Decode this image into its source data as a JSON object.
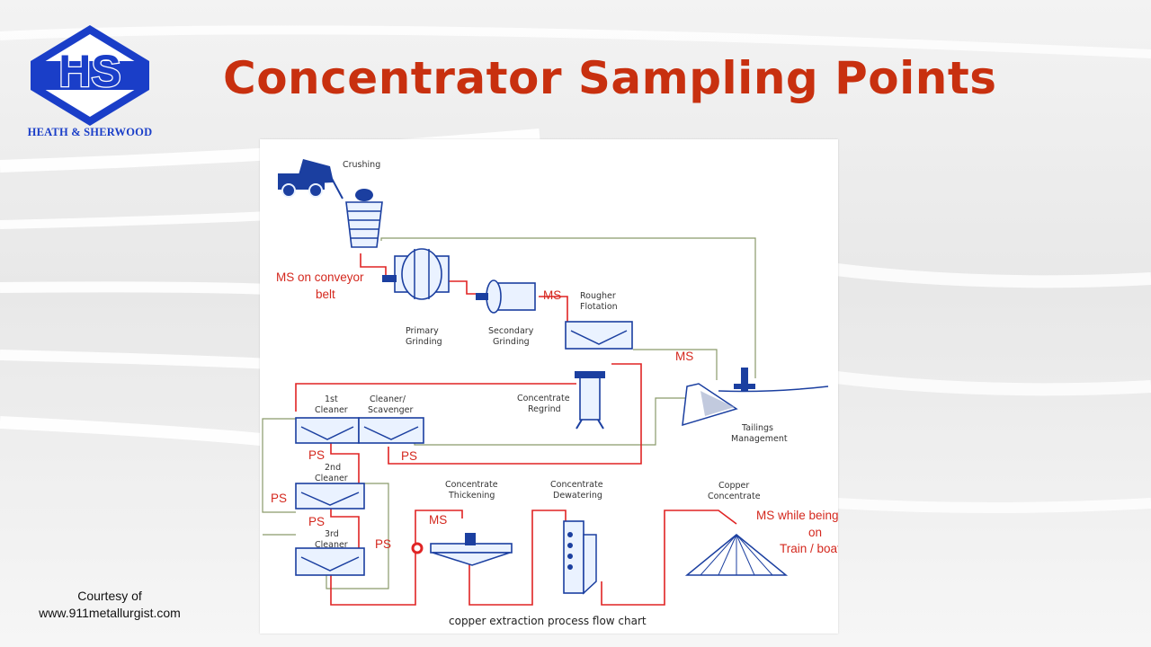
{
  "brand": {
    "logo_text": "HS",
    "name": "HEATH & SHERWOOD",
    "color": "#1a3ec8"
  },
  "slide": {
    "title": "Concentrator Sampling Points",
    "title_color": "#c8300f",
    "courtesy_line1": "Courtesy of",
    "courtesy_line2": "www.911metallurgist.com"
  },
  "diagram": {
    "caption": "copper extraction process flow chart",
    "stages": {
      "crushing": "Crushing",
      "primary_grinding_1": "Primary",
      "primary_grinding_2": "Grinding",
      "secondary_grinding_1": "Secondary",
      "secondary_grinding_2": "Grinding",
      "rougher_1": "Rougher",
      "rougher_2": "Flotation",
      "regrind_1": "Concentrate",
      "regrind_2": "Regrind",
      "tailings_1": "Tailings",
      "tailings_2": "Management",
      "cleaner1_1": "1st",
      "cleaner1_2": "Cleaner",
      "scavenger_1": "Cleaner/",
      "scavenger_2": "Scavenger",
      "cleaner2_1": "2nd",
      "cleaner2_2": "Cleaner",
      "cleaner3_1": "3rd",
      "cleaner3_2": "Cleaner",
      "thickening_1": "Concentrate",
      "thickening_2": "Thickening",
      "dewatering_1": "Concentrate",
      "dewatering_2": "Dewatering",
      "copper_1": "Copper",
      "copper_2": "Concentrate"
    },
    "annotations": {
      "conveyor_1": "MS on conveyor",
      "conveyor_2": "belt",
      "ms_secondary": "MS",
      "ms_tailings": "MS",
      "ms_thickening": "MS",
      "ps_scavenger": "PS",
      "ps_cleaner1": "PS",
      "ps_left": "PS",
      "ps_cleaner2": "PS",
      "ps_cleaner3": "PS",
      "train_1": "MS while being put",
      "train_2": "on",
      "train_3": "Train / boat"
    },
    "colors": {
      "equipment": "#1b3fa0",
      "sample_path": "#e02424",
      "return_path": "#8a9a6a"
    }
  }
}
